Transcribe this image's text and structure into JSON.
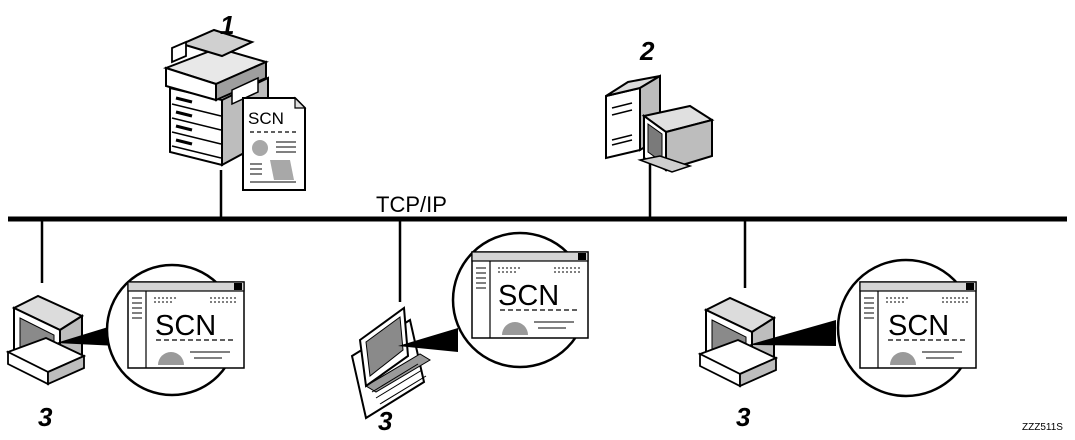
{
  "network": {
    "label": "TCP/IP"
  },
  "nodes": {
    "mfp": {
      "callout": "1",
      "doc_label": "SCN"
    },
    "server": {
      "callout": "2"
    },
    "client_left": {
      "callout": "3",
      "screen_label": "SCN"
    },
    "client_laptop": {
      "callout": "3",
      "screen_label": "SCN"
    },
    "client_right": {
      "callout": "3",
      "screen_label": "SCN"
    }
  },
  "figure_code": "ZZZ511S"
}
